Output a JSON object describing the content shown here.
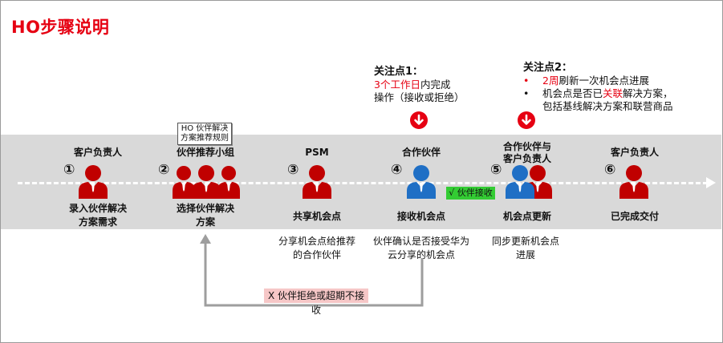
{
  "title": "HO步骤说明",
  "steps": [
    {
      "num": "①",
      "role": "客户负责人",
      "action": [
        "录入伙伴解决",
        "方案需求"
      ]
    },
    {
      "num": "②",
      "role": "伙伴推荐小组",
      "action": [
        "选择伙伴解决",
        "方案"
      ],
      "tag": [
        "HO 伙伴解决",
        "方案推荐规则"
      ]
    },
    {
      "num": "③",
      "role": "PSM",
      "action": [
        "共享机会点"
      ],
      "note": [
        "分享机会点给推荐",
        "的合作伙伴"
      ]
    },
    {
      "num": "④",
      "role": "合作伙伴",
      "action": [
        "接收机会点"
      ],
      "note": [
        "伙伴确认是否接受华为",
        "云分享的机会点"
      ]
    },
    {
      "num": "⑤",
      "role": [
        "合作伙伴与",
        "客户负责人"
      ],
      "action": [
        "机会点更新"
      ],
      "note": [
        "同步更新机会点",
        "进展"
      ]
    },
    {
      "num": "⑥",
      "role": "客户负责人",
      "action": [
        "已完成交付"
      ]
    }
  ],
  "accept_label": "√ 伙伴接收",
  "reject_label": "X 伙伴拒绝或超期不接收",
  "focus1": {
    "title": "关注点1：",
    "line1_red": "3个工作日",
    "line1_rest": "内完成",
    "line2": "操作（接收或拒绝）"
  },
  "focus2": {
    "title": "关注点2：",
    "bullet1_red": "2周",
    "bullet1_rest": "刷新一次机会点进展",
    "bullet2_a": "机会点是否已",
    "bullet2_red": "关联",
    "bullet2_b": "解决方案，",
    "bullet2_line2": "包括基线解决方案和联营商品"
  },
  "colors": {
    "accent_red": "#e60012",
    "partner_blue": "#1f6fc5",
    "band_gray": "#d9d9d9",
    "accept_green": "#33cc33",
    "reject_pink": "#f6c7c7"
  }
}
